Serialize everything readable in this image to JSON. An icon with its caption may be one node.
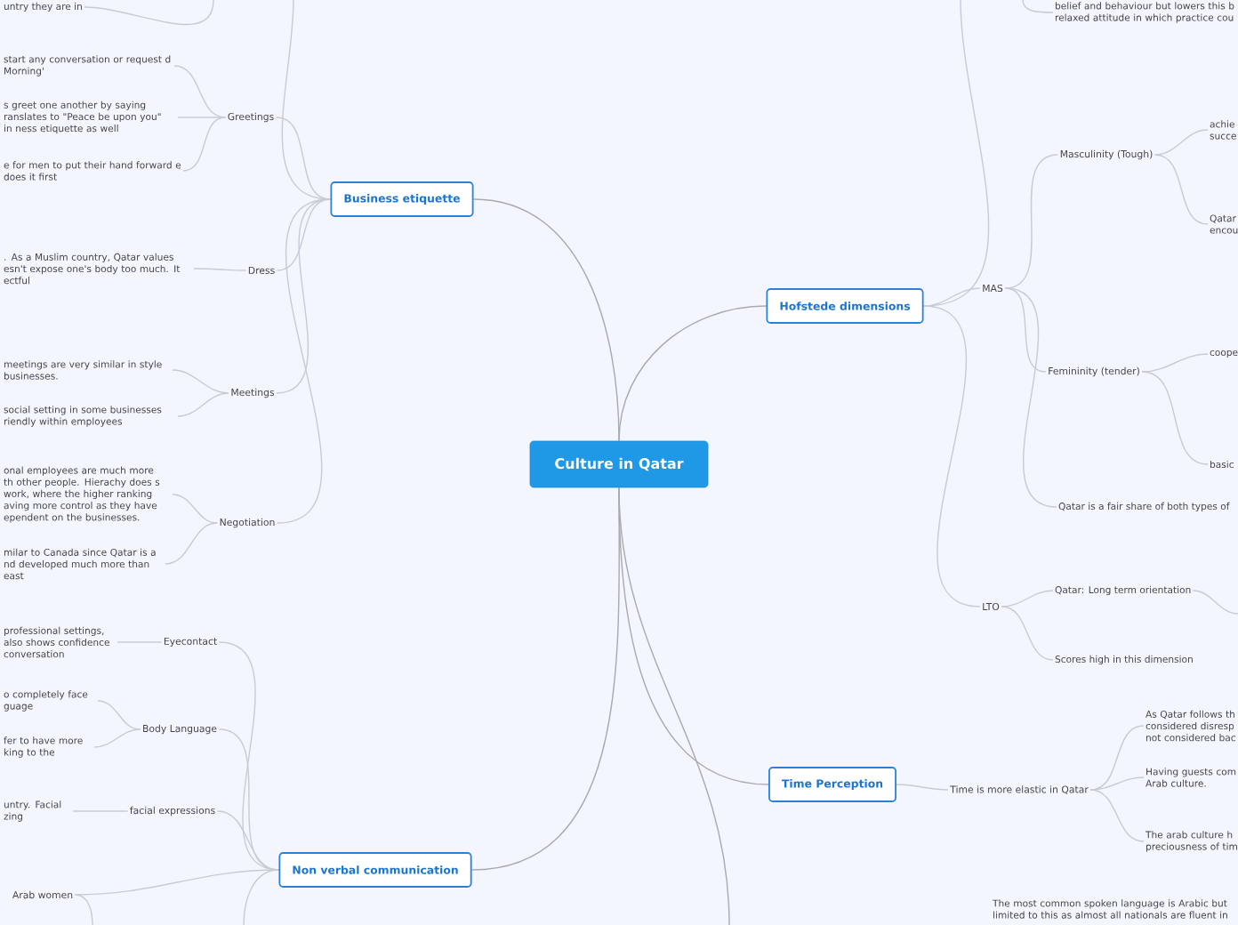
{
  "diagram": {
    "nodes": [
      {
        "text": [
          "Culture in Qatar"
        ]
      },
      {
        "text": [
          "Business etiquette"
        ]
      },
      {
        "text": [
          "Hofstede dimensions"
        ]
      },
      {
        "text": [
          "Time Perception"
        ]
      },
      {
        "text": [
          "Non verbal communication"
        ]
      },
      {
        "text": [
          "Greetings"
        ]
      },
      {
        "text": [
          "Dress"
        ]
      },
      {
        "text": [
          "Meetings"
        ]
      },
      {
        "text": [
          "Negotiation"
        ]
      },
      {
        "text": [
          "untry they are in"
        ]
      },
      {
        "text": [
          "start any conversation or request d Morning'"
        ]
      },
      {
        "text": [
          "s greet one another by saying ranslates to \"Peace be upon you\" in ness etiquette as well"
        ]
      },
      {
        "text": [
          "e for men to put their hand forward e does it first"
        ]
      },
      {
        "text": [
          ". As a Muslim country, Qatar values esn't expose one's body too much. It ectful"
        ]
      },
      {
        "text": [
          "meetings are very similar in style businesses."
        ]
      },
      {
        "text": [
          "social setting in some businesses riendly within employees"
        ]
      },
      {
        "text": [
          "onal employees are much more th other people. Hierachy does s work, where the higher ranking aving more control as they have ependent on the businesses."
        ]
      },
      {
        "text": [
          "milar to Canada since Qatar is a nd developed much more than east"
        ]
      },
      {
        "text": [
          "Eyecontact"
        ]
      },
      {
        "text": [
          "Body Language"
        ]
      },
      {
        "text": [
          "facial expressions"
        ]
      },
      {
        "text": [
          "Arab women"
        ]
      },
      {
        "text": [
          "professional settings, also shows confidence conversation"
        ]
      },
      {
        "text": [
          "o completely face guage"
        ]
      },
      {
        "text": [
          "fer to have more king to the"
        ]
      },
      {
        "text": [
          "untry. Facial zing"
        ]
      },
      {
        "text": [
          "MAS"
        ]
      },
      {
        "text": [
          "LTO"
        ]
      },
      {
        "text": [
          "Masculinity (Tough)"
        ]
      },
      {
        "text": [
          "Femininity (tender)"
        ]
      },
      {
        "text": [
          "Qatar is a fair share of both types of"
        ]
      },
      {
        "text": [
          "achie succe"
        ]
      },
      {
        "text": [
          "Qatar encou"
        ]
      },
      {
        "text": [
          "coope"
        ]
      },
      {
        "text": [
          "basic"
        ]
      },
      {
        "text": [
          "Qatar: Long term orientation"
        ]
      },
      {
        "text": [
          "Scores high in this dimension"
        ]
      },
      {
        "text": [
          "belief and behaviour but lowers this b relaxed attitude in which practice cou"
        ]
      },
      {
        "text": [
          "Time is more elastic in Qatar"
        ]
      },
      {
        "text": [
          "As Qatar follows th considered disresp not considered bac"
        ]
      },
      {
        "text": [
          "Having guests com Arab culture."
        ]
      },
      {
        "text": [
          "The arab culture h preciousness of tim"
        ]
      }
    ],
    "edges": [
      {
        "from": 0,
        "to": 1,
        "arrow": "none",
        "color": "#a9aaae"
      },
      {
        "from": 0,
        "to": 2,
        "arrow": "none",
        "color": "#a9aaae"
      },
      {
        "from": 0,
        "to": 3,
        "arrow": "none",
        "color": "#a9aaae"
      },
      {
        "from": 0,
        "to": 4,
        "arrow": "none",
        "color": "#a9aaae"
      },
      {
        "from": 0,
        "to": null,
        "arrow": "none",
        "color": "#a9aaae"
      },
      {
        "from": 1,
        "to": 5,
        "arrow": "none"
      },
      {
        "from": 1,
        "to": 6,
        "arrow": "none"
      },
      {
        "from": 1,
        "to": 7,
        "arrow": "none"
      },
      {
        "from": 1,
        "to": 8,
        "arrow": "none"
      },
      {
        "from": 1,
        "to": null,
        "arrow": "none"
      },
      {
        "from": null,
        "to": 9,
        "arrow": "none"
      },
      {
        "from": 5,
        "to": 10,
        "arrow": "none"
      },
      {
        "from": 5,
        "to": 11,
        "arrow": "none"
      },
      {
        "from": 5,
        "to": 12,
        "arrow": "none"
      },
      {
        "from": 6,
        "to": 13,
        "arrow": "none"
      },
      {
        "from": 7,
        "to": 14,
        "arrow": "none"
      },
      {
        "from": 7,
        "to": 15,
        "arrow": "none"
      },
      {
        "from": 8,
        "to": 16,
        "arrow": "none"
      },
      {
        "from": 8,
        "to": 17,
        "arrow": "none"
      },
      {
        "from": 4,
        "to": 18,
        "arrow": "none"
      },
      {
        "from": 4,
        "to": 19,
        "arrow": "none"
      },
      {
        "from": 4,
        "to": 20,
        "arrow": "none"
      },
      {
        "from": 4,
        "to": 21,
        "arrow": "none"
      },
      {
        "from": 4,
        "to": null,
        "arrow": "none"
      },
      {
        "from": 21,
        "to": null,
        "arrow": "none"
      },
      {
        "from": 18,
        "to": 22,
        "arrow": "none"
      },
      {
        "from": 19,
        "to": 23,
        "arrow": "none"
      },
      {
        "from": 19,
        "to": 24,
        "arrow": "none"
      },
      {
        "from": 20,
        "to": 25,
        "arrow": "none"
      },
      {
        "from": 2,
        "to": 26,
        "arrow": "none"
      },
      {
        "from": 2,
        "to": 27,
        "arrow": "none"
      },
      {
        "from": 2,
        "to": null,
        "arrow": "none"
      },
      {
        "from": null,
        "to": 37,
        "arrow": "none"
      },
      {
        "from": 26,
        "to": 28,
        "arrow": "none"
      },
      {
        "from": 26,
        "to": 29,
        "arrow": "none"
      },
      {
        "from": 26,
        "to": 30,
        "arrow": "none"
      },
      {
        "from": 28,
        "to": 31,
        "arrow": "none"
      },
      {
        "from": 28,
        "to": 32,
        "arrow": "none"
      },
      {
        "from": 29,
        "to": 33,
        "arrow": "none"
      },
      {
        "from": 29,
        "to": 34,
        "arrow": "none"
      },
      {
        "from": 27,
        "to": 35,
        "arrow": "none"
      },
      {
        "from": 27,
        "to": 36,
        "arrow": "none"
      },
      {
        "from": 35,
        "to": null,
        "arrow": "none"
      },
      {
        "from": 3,
        "to": 38,
        "arrow": "none"
      },
      {
        "from": 38,
        "to": 39,
        "arrow": "none"
      },
      {
        "from": 38,
        "to": 40,
        "arrow": "none"
      },
      {
        "from": 38,
        "to": 41,
        "arrow": "none"
      }
    ],
    "labels": [
      "The most common spoken language is Arabic but limited to this as almost all nationals are fluent in"
    ]
  }
}
